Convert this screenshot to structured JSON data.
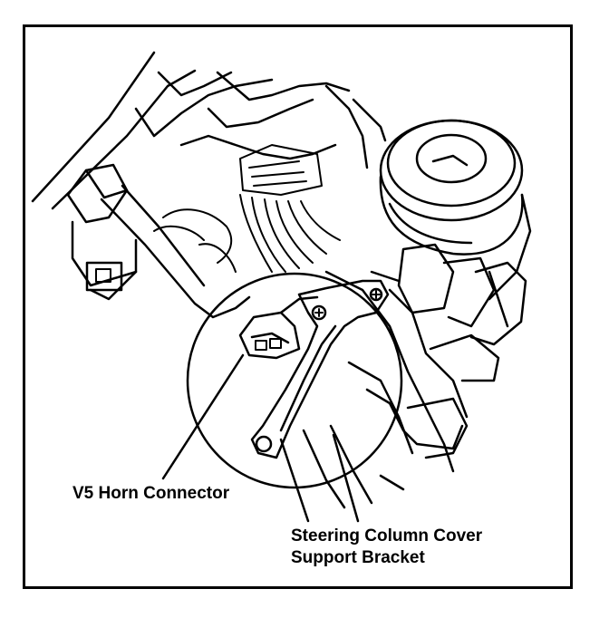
{
  "labels": {
    "horn_connector": "V5 Horn Connector",
    "bracket_line1": "Steering Column Cover",
    "bracket_line2": "Support Bracket"
  },
  "colors": {
    "stroke": "#000000",
    "background": "#ffffff"
  }
}
